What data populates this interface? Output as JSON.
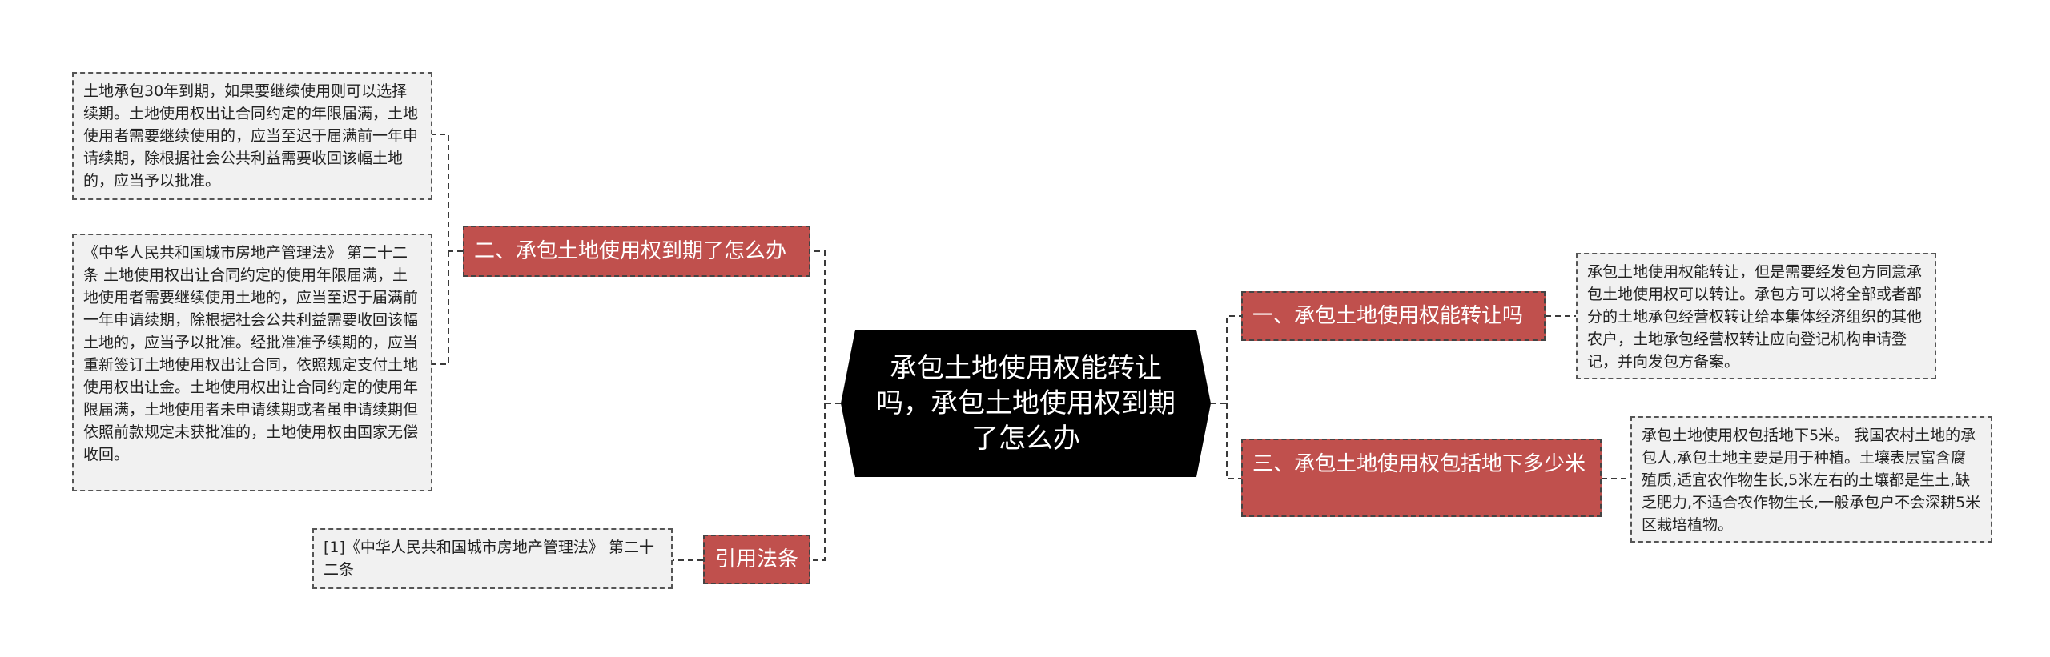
{
  "central": {
    "title": "承包土地使用权能转让吗，承包土地使用权到期了怎么办"
  },
  "branches": [
    {
      "label": "二、承包土地使用权到期了怎么办",
      "leaves": [
        "土地承包30年到期，如果要继续使用则可以选择续期。土地使用权出让合同约定的年限届满，土地使用者需要继续使用的，应当至迟于届满前一年申请续期，除根据社会公共利益需要收回该幅土地的，应当予以批准。",
        "《中华人民共和国城市房地产管理法》 第二十二条 土地使用权出让合同约定的使用年限届满，土地使用者需要继续使用土地的，应当至迟于届满前一年申请续期，除根据社会公共利益需要收回该幅土地的，应当予以批准。经批准准予续期的，应当重新签订土地使用权出让合同，依照规定支付土地使用权出让金。土地使用权出让合同约定的使用年限届满，土地使用者未申请续期或者虽申请续期但依照前款规定未获批准的，土地使用权由国家无偿收回。"
      ]
    },
    {
      "label": "引用法条",
      "leaves": [
        "[1]《中华人民共和国城市房地产管理法》 第二十二条"
      ]
    },
    {
      "label": "一、承包土地使用权能转让吗",
      "leaves": [
        "承包土地使用权能转让，但是需要经发包方同意承包土地使用权可以转让。承包方可以将全部或者部分的土地承包经营权转让给本集体经济组织的其他农户，土地承包经营权转让应向登记机构申请登记，并向发包方备案。"
      ]
    },
    {
      "label": "三、承包土地使用权包括地下多少米",
      "leaves": [
        "承包土地使用权包括地下5米。 我国农村土地的承包人,承包土地主要是用于种植。土壤表层富含腐殖质,适宜农作物生长,5米左右的土壤都是生土,缺乏肥力,不适合农作物生长,一般承包户不会深耕5米区栽培植物。"
      ]
    }
  ]
}
